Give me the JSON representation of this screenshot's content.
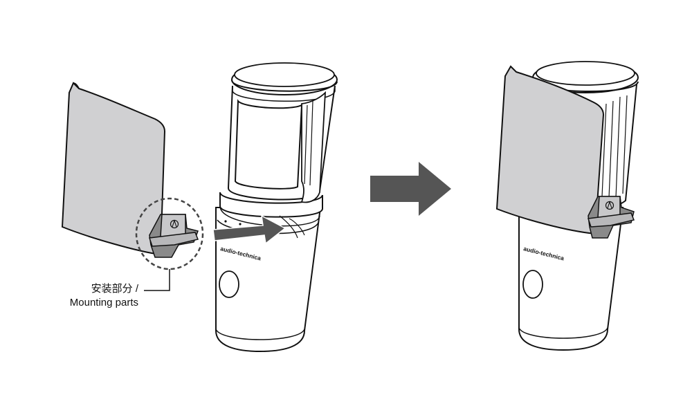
{
  "callout": {
    "label_ja": "安装部分 /",
    "label_en": "Mounting parts"
  },
  "microphone": {
    "brand": "audio-technica"
  },
  "colors": {
    "shield_fill": "#d0d0d2",
    "shadow_fill": "#8a8a8a",
    "arrow_fill": "#555555",
    "outline": "#111111",
    "body_fill": "#ffffff"
  }
}
